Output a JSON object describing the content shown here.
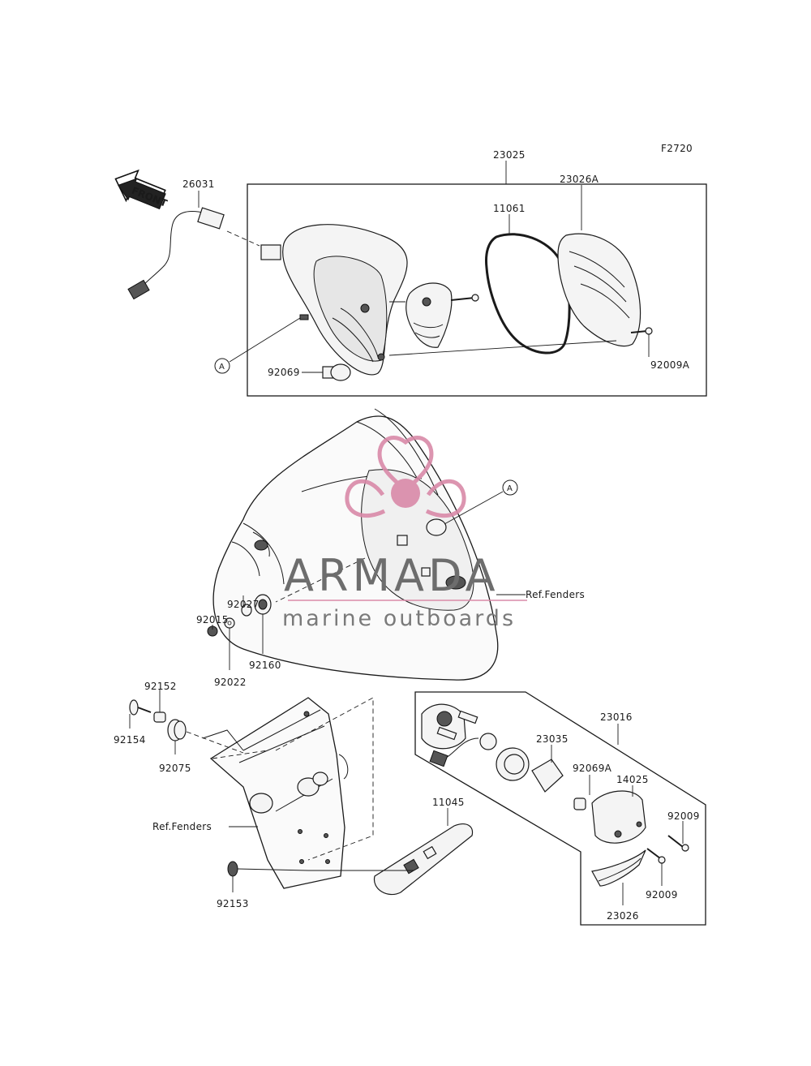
{
  "figure_code": "F2720",
  "front_label": "FRONT",
  "callout_letter": "A",
  "ref_label": "Ref.Fenders",
  "watermark": {
    "brand": "ARMADA",
    "tagline": "marine outboards",
    "accent": "#d98aa8"
  },
  "parts": {
    "p23025": "23025",
    "p26031": "26031",
    "p11061": "11061",
    "p23026A": "23026A",
    "p92069": "92069",
    "p92009A": "92009A",
    "p92027": "92027",
    "p92015": "92015",
    "p92022": "92022",
    "p92160": "92160",
    "p92152": "92152",
    "p92154": "92154",
    "p92075": "92075",
    "p92153": "92153",
    "p23016": "23016",
    "p23035": "23035",
    "p92069A": "92069A",
    "p14025": "14025",
    "p92009_a": "92009",
    "p92009_b": "92009",
    "p11045": "11045",
    "p23026": "23026"
  }
}
